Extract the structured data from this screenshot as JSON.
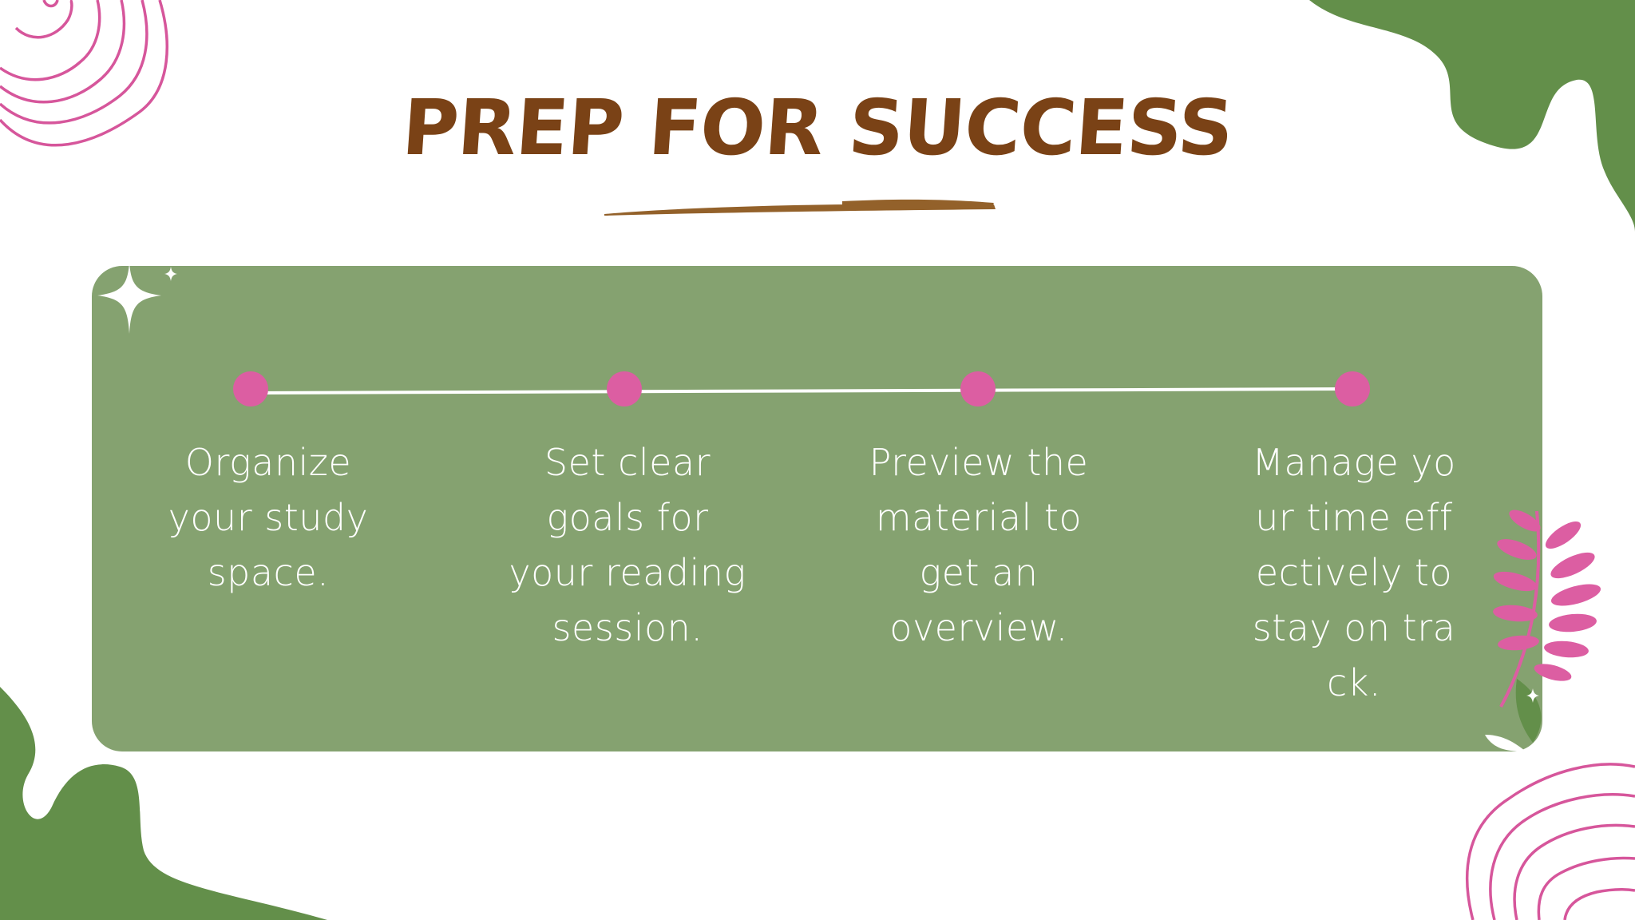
{
  "slide": {
    "title": "PREP FOR SUCCESS",
    "colors": {
      "title": "#7a4216",
      "underline": "#93612a",
      "panel": "#85a270",
      "dot": "#dc5ea2",
      "blob": "#638f4a",
      "swirl": "#d6569b"
    },
    "steps": [
      {
        "text": "Organize your study space."
      },
      {
        "text": "Set clear goals for your reading session."
      },
      {
        "text": "Preview the material to get an overview."
      },
      {
        "text": "Manage your time effectively to stay on track."
      }
    ]
  }
}
